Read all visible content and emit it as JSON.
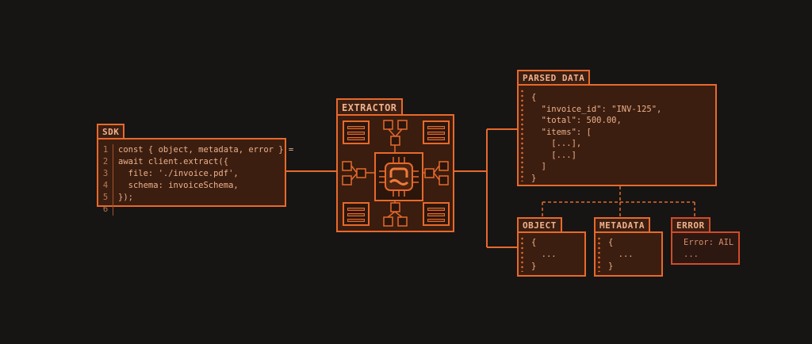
{
  "sdk": {
    "title": "SDK",
    "line_numbers": [
      "1",
      "2",
      "3",
      "4",
      "5",
      "6"
    ],
    "lines": [
      "const { object, metadata, error } =",
      "await client.extract({",
      "  file: './invoice.pdf',",
      "  schema: invoiceSchema,",
      "});",
      ""
    ]
  },
  "extractor": {
    "title": "EXTRACTOR"
  },
  "parsed": {
    "title": "PARSED DATA",
    "lines": [
      "{",
      "  \"invoice_id\": \"INV-125\",",
      "  \"total\": 500.00,",
      "  \"items\": [",
      "    [...],",
      "    [...]",
      "  ]",
      "}"
    ]
  },
  "object": {
    "title": "OBJECT",
    "lines": [
      "{",
      "  ...",
      "}"
    ]
  },
  "metadata": {
    "title": "METADATA",
    "lines": [
      "{",
      "  ...",
      "}"
    ]
  },
  "error": {
    "title": "ERROR",
    "lines": [
      "Error: AIL",
      "..."
    ]
  },
  "colors": {
    "background": "#161514",
    "accent": "#e8692b",
    "panel": "#3b1e10",
    "error": "#d24a2a"
  }
}
